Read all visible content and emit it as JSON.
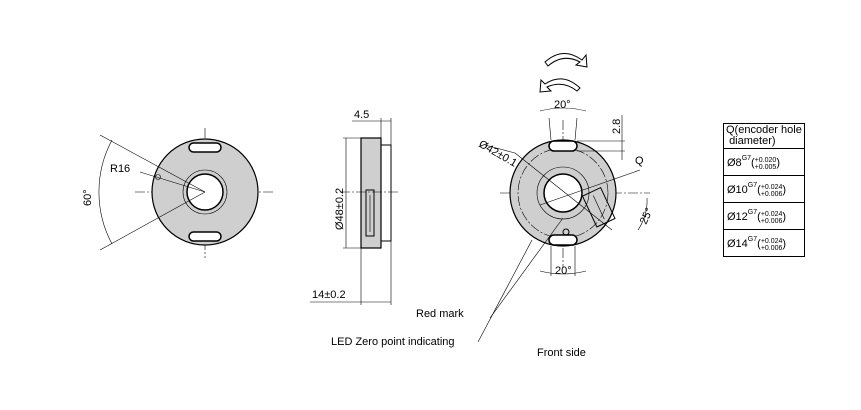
{
  "left_view": {
    "angle_label": "60°",
    "radius_label": "R16"
  },
  "side_view": {
    "thickness_label": "4.5",
    "diameter_label": "Ø48±0.2",
    "length_label": "14±0.2"
  },
  "front_view": {
    "pcd_label": "Ø42±0.1",
    "top_angle_label": "20°",
    "bottom_angle_label": "20°",
    "offset_label": "2.8",
    "hole_label": "Q",
    "connector_angle_label": "25°",
    "red_mark_label": "Red mark",
    "led_label": "LED Zero point indicating",
    "caption": "Front side"
  },
  "q_table": {
    "header_line1": "Q(encoder hole",
    "header_line2": "diameter)",
    "rows": [
      {
        "size": "Ø8",
        "fit": "G7",
        "upper": "+0.020",
        "lower": "+0.005"
      },
      {
        "size": "Ø10",
        "fit": "G7",
        "upper": "+0.024",
        "lower": "+0.006"
      },
      {
        "size": "Ø12",
        "fit": "G7",
        "upper": "+0.024",
        "lower": "+0.006"
      },
      {
        "size": "Ø14",
        "fit": "G7",
        "upper": "+0.024",
        "lower": "+0.006"
      }
    ]
  }
}
